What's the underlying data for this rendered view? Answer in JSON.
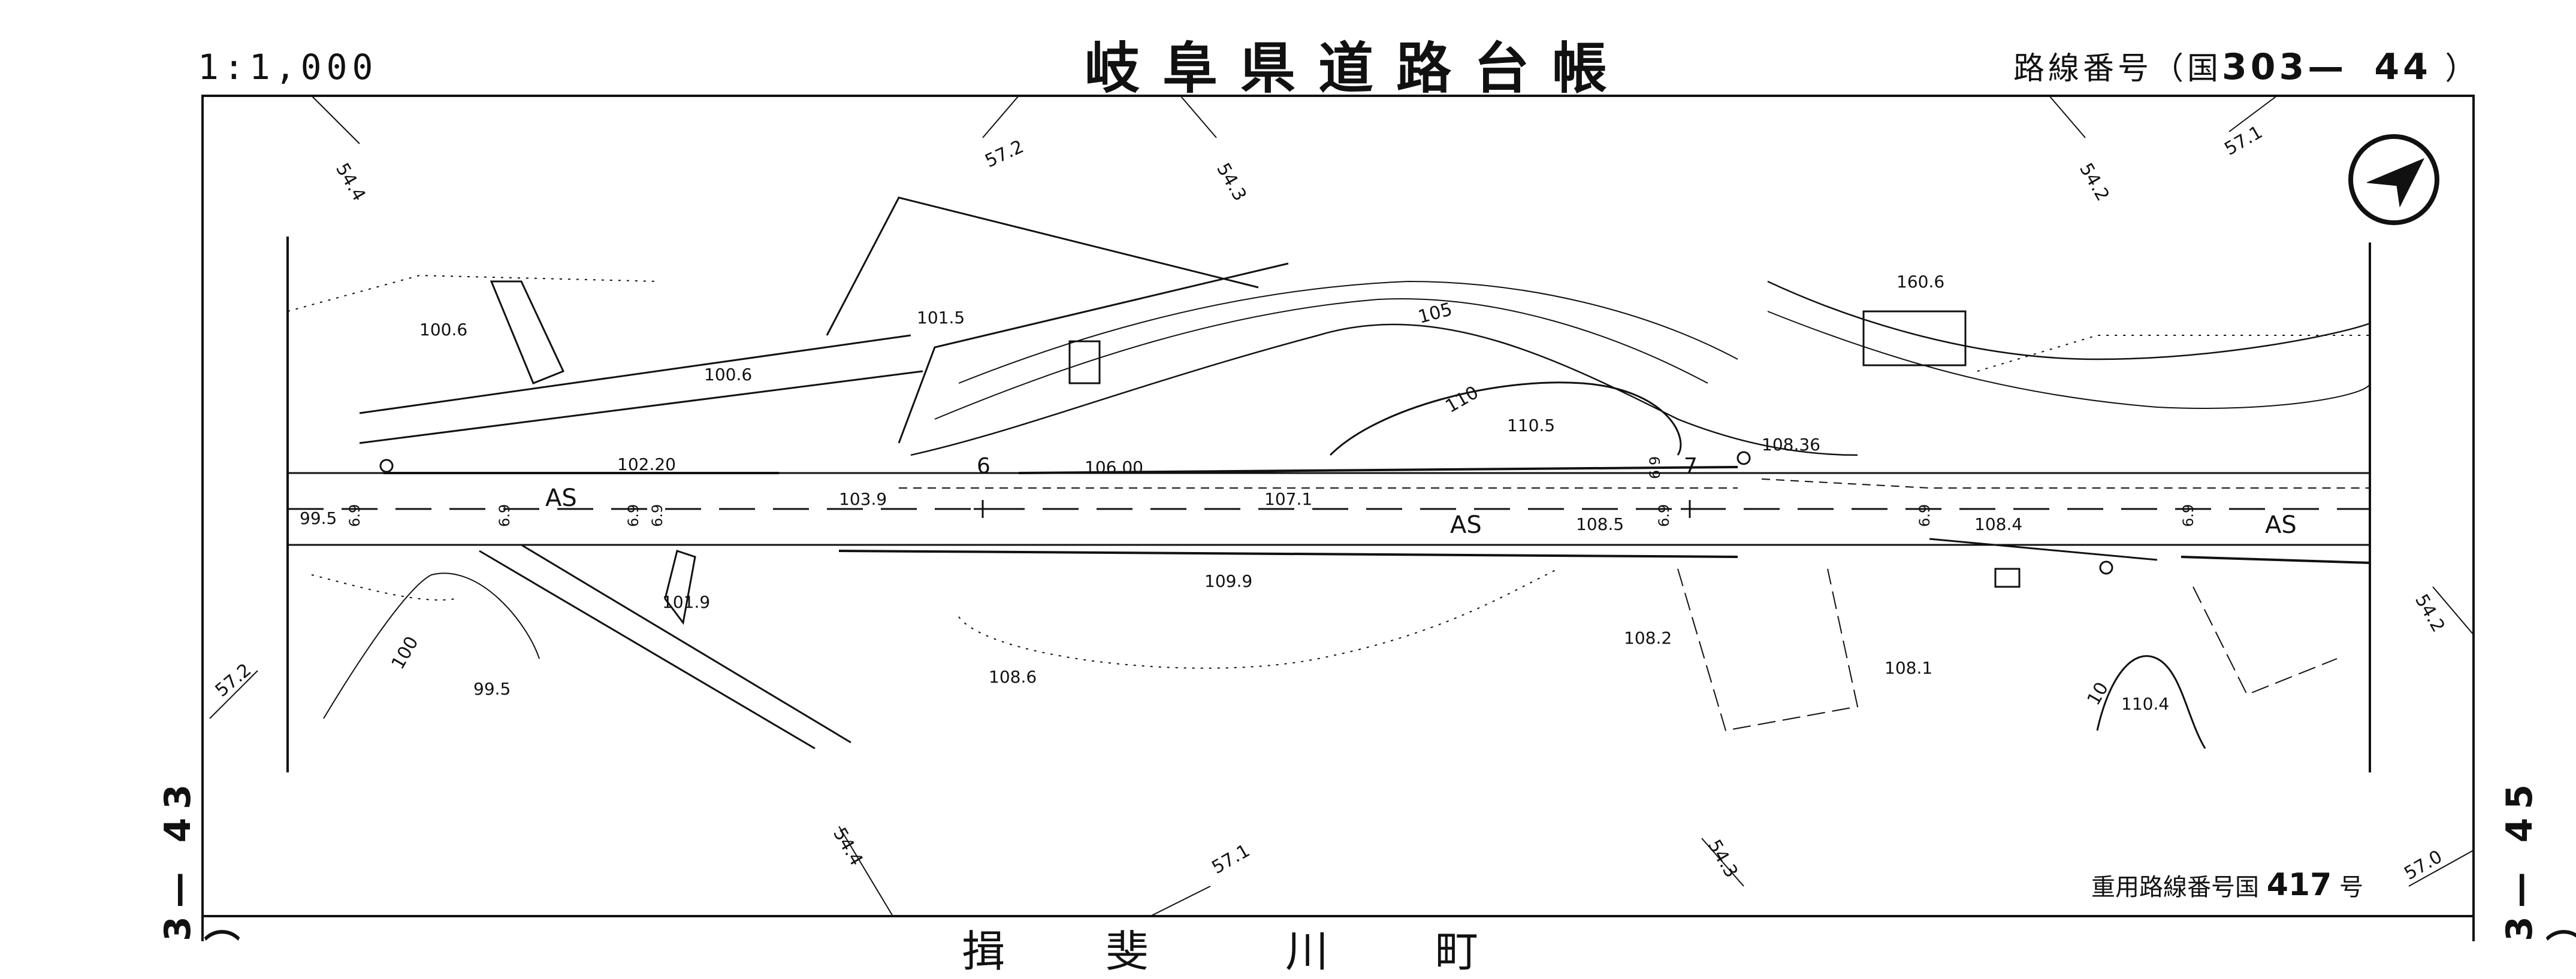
{
  "header": {
    "scale": "1:1,000",
    "title": "岐阜県道路台帳",
    "route_prefix": "路線番号（国",
    "route_number": "303—",
    "route_sheet": "44",
    "route_suffix": "）"
  },
  "sheet_links": {
    "left": "3— 43 ）",
    "right": "3— 45 ）"
  },
  "heavy_route": {
    "prefix": "重用路線番号国",
    "number": "417",
    "suffix": "号"
  },
  "town_chars": [
    "揖",
    "斐",
    "川",
    "町"
  ],
  "grid_labels": [
    "54.4",
    "57.2",
    "54.3",
    "54.2",
    "57.1",
    "57.2",
    "54.2",
    "54.4",
    "57.1",
    "54.3",
    "57.0"
  ],
  "contours": [
    "105",
    "110",
    "100",
    "10"
  ],
  "spot_heights": [
    "100.6",
    "100.6",
    "101.5",
    "102.20",
    "103.9",
    "106.00",
    "107.1",
    "108.5",
    "110.5",
    "108.36",
    "160.6",
    "108.4",
    "99.5",
    "101.9",
    "99.5",
    "109.9",
    "108.6",
    "108.2",
    "108.1",
    "110.4"
  ],
  "road_surface": [
    "AS",
    "AS",
    "AS"
  ],
  "width_marks": [
    "6.9",
    "6.9",
    "6.9",
    "6.9",
    "6.9",
    "6.9",
    "6.9",
    "6.9"
  ],
  "section_marks": [
    "6",
    "7"
  ],
  "colors": {
    "ink": "#111111",
    "paper": "#ffffff"
  },
  "icons": [
    "north-arrow-icon",
    "survey-cross-icon",
    "benchmark-icon"
  ]
}
